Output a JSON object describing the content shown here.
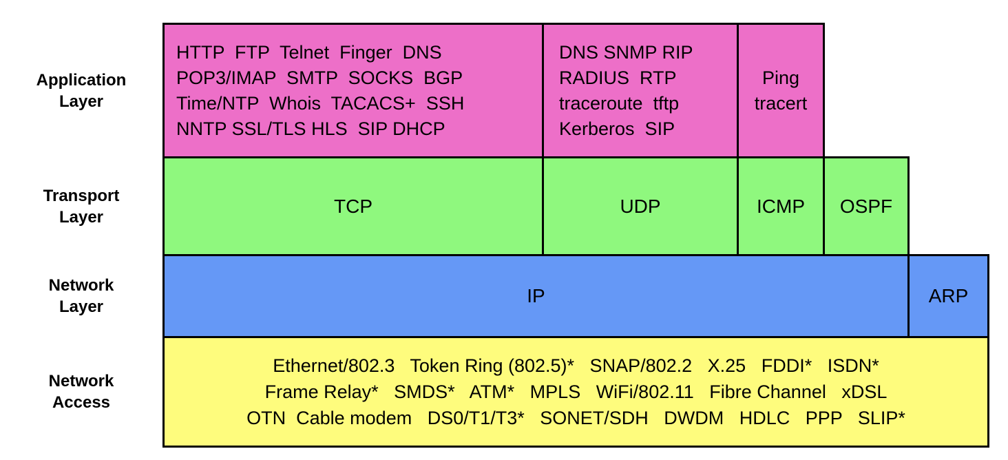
{
  "colors": {
    "application_fill": "#ED6FC8",
    "transport_fill": "#8FF87E",
    "network_fill": "#6598F6",
    "access_fill": "#FEFC7D",
    "border": "#000000"
  },
  "row_labels": {
    "application": "Application\nLayer",
    "transport": "Transport\nLayer",
    "network": "Network\nLayer",
    "access": "Network\nAccess"
  },
  "application_layer": {
    "tcp_protocols": "HTTP  FTP  Telnet  Finger  DNS\nPOP3/IMAP  SMTP  SOCKS  BGP\nTime/NTP  Whois  TACACS+  SSH\nNNTP SSL/TLS HLS  SIP DHCP",
    "udp_protocols": "DNS SNMP RIP\nRADIUS  RTP\ntraceroute  tftp\nKerberos  SIP",
    "icmp_tools": "Ping\ntracert"
  },
  "transport_layer": {
    "tcp": "TCP",
    "udp": "UDP",
    "icmp": "ICMP",
    "ospf": "OSPF"
  },
  "network_layer": {
    "ip": "IP",
    "arp": "ARP"
  },
  "network_access_layer": {
    "technologies": "Ethernet/802.3   Token Ring (802.5)*   SNAP/802.2   X.25   FDDI*   ISDN*\nFrame Relay*   SMDS*   ATM*   MPLS   WiFi/802.11   Fibre Channel   xDSL\nOTN  Cable modem   DS0/T1/T3*   SONET/SDH   DWDM   HDLC   PPP   SLIP*"
  }
}
